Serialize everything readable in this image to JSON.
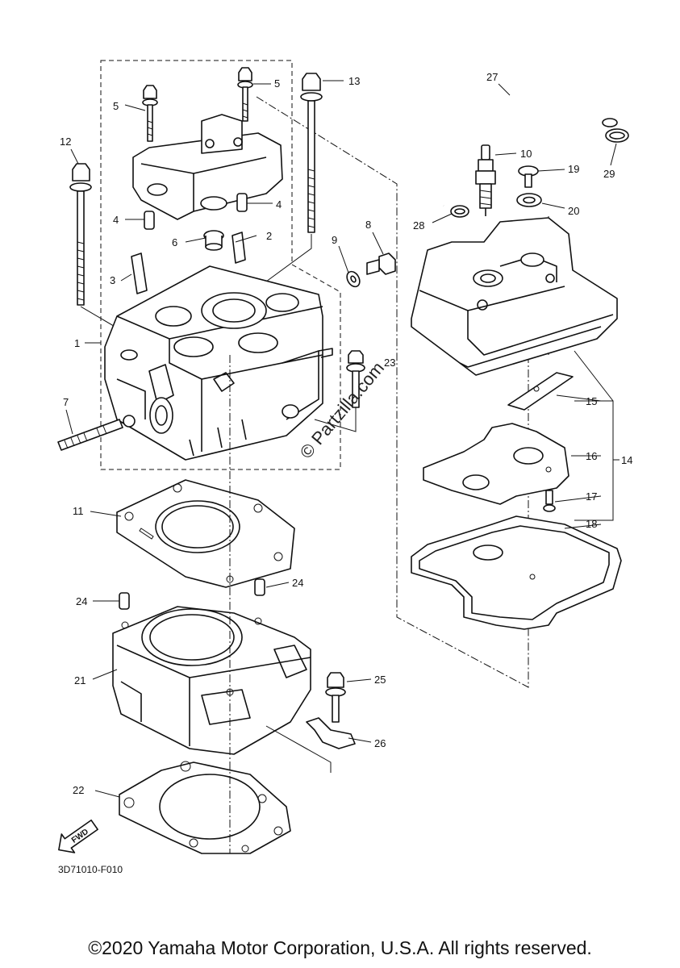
{
  "callouts": {
    "c1": "1",
    "c2": "2",
    "c3": "3",
    "c4a": "4",
    "c4b": "4",
    "c5a": "5",
    "c5b": "5",
    "c6": "6",
    "c7": "7",
    "c8": "8",
    "c9": "9",
    "c10": "10",
    "c11": "11",
    "c12": "12",
    "c13": "13",
    "c14": "14",
    "c15": "15",
    "c16": "16",
    "c17": "17",
    "c18": "18",
    "c19": "19",
    "c20": "20",
    "c21": "21",
    "c22": "22",
    "c23": "23",
    "c24a": "24",
    "c24b": "24",
    "c25": "25",
    "c26": "26",
    "c27": "27",
    "c28": "28",
    "c29": "29"
  },
  "watermark": "© Partzilla.com",
  "fwd_label": "FWD",
  "diagram_code": "3D71010-F010",
  "copyright": "©2020 Yamaha Motor Corporation, U.S.A. All rights reserved."
}
